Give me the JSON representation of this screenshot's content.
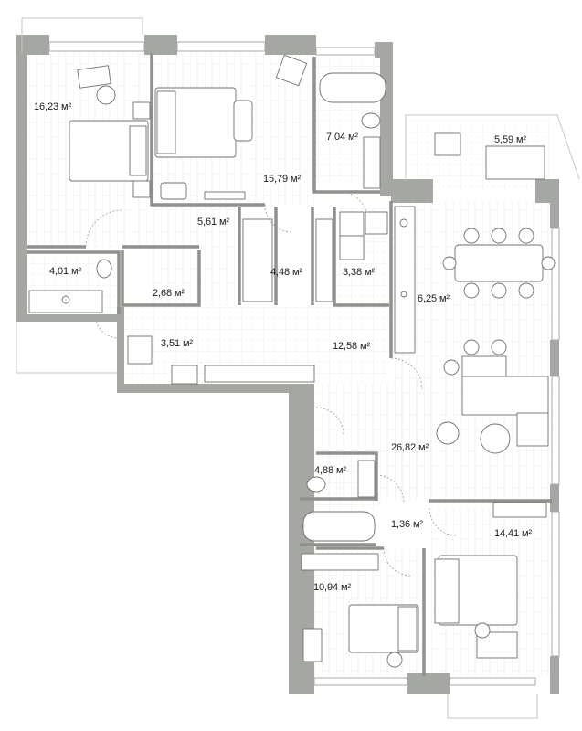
{
  "floorplan": {
    "rooms": [
      {
        "id": "bedroom-1",
        "area": "16,23 м²"
      },
      {
        "id": "bedroom-2",
        "area": "15,79 м²"
      },
      {
        "id": "bathroom-1",
        "area": "7,04 м²"
      },
      {
        "id": "balcony-1",
        "area": "5,59 м²"
      },
      {
        "id": "corridor-1",
        "area": "5,61 м²"
      },
      {
        "id": "wc-1",
        "area": "4,01 м²"
      },
      {
        "id": "wardrobe-1",
        "area": "2,68 м²"
      },
      {
        "id": "wardrobe-2",
        "area": "4,48 м²"
      },
      {
        "id": "laundry",
        "area": "3,38 м²"
      },
      {
        "id": "kitchen",
        "area": "6,25 м²"
      },
      {
        "id": "entrance-hall",
        "area": "3,51 м²"
      },
      {
        "id": "hall",
        "area": "12,58 м²"
      },
      {
        "id": "living-room",
        "area": "26,82 м²"
      },
      {
        "id": "bathroom-2",
        "area": "4,88 м²"
      },
      {
        "id": "corridor-2",
        "area": "1,36 м²"
      },
      {
        "id": "bedroom-3",
        "area": "14,41 м²"
      },
      {
        "id": "bedroom-4",
        "area": "10,94 м²"
      }
    ]
  }
}
